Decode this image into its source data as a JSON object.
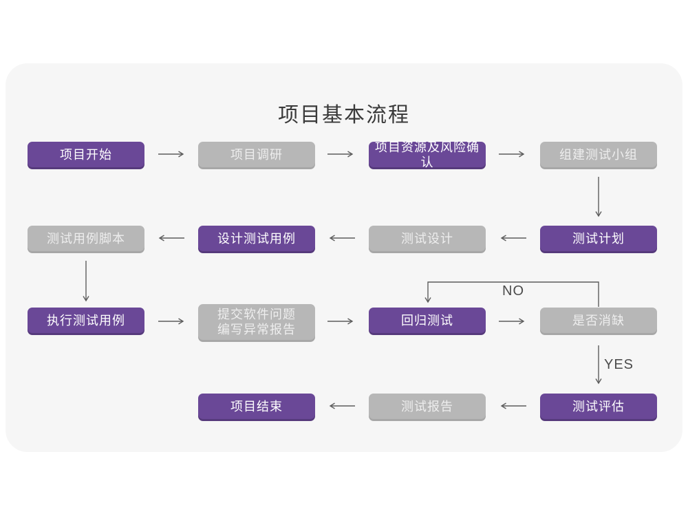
{
  "title": "项目基本流程",
  "labels": {
    "no": "NO",
    "yes": "YES"
  },
  "colors": {
    "accent_purple": "#6a4897",
    "accent_purple_edge": "#563a7c",
    "node_gray": "#b7b7b7",
    "node_gray_edge": "#a7a7a7",
    "card_background": "#f6f6f6",
    "page_background": "#ffffff",
    "arrow": "#5c5c5c",
    "title_text": "#3a3a3a",
    "node_text_on_purple": "#ffffff",
    "node_text_on_gray": "#eeeeee"
  },
  "nodes": [
    {
      "label": "项目开始"
    },
    {
      "label": "项目调研"
    },
    {
      "label": "项目资源及风险确认"
    },
    {
      "label": "组建测试小组"
    },
    {
      "label": "测试用例脚本"
    },
    {
      "label": "设计测试用例"
    },
    {
      "label": "测试设计"
    },
    {
      "label": "测试计划"
    },
    {
      "label": "执行测试用例"
    },
    {
      "label": "提交软件问题",
      "label2": "编写异常报告"
    },
    {
      "label": "回归测试"
    },
    {
      "label": "是否消缺"
    },
    {
      "label": "项目结束"
    },
    {
      "label": "测试报告"
    },
    {
      "label": "测试评估"
    }
  ]
}
